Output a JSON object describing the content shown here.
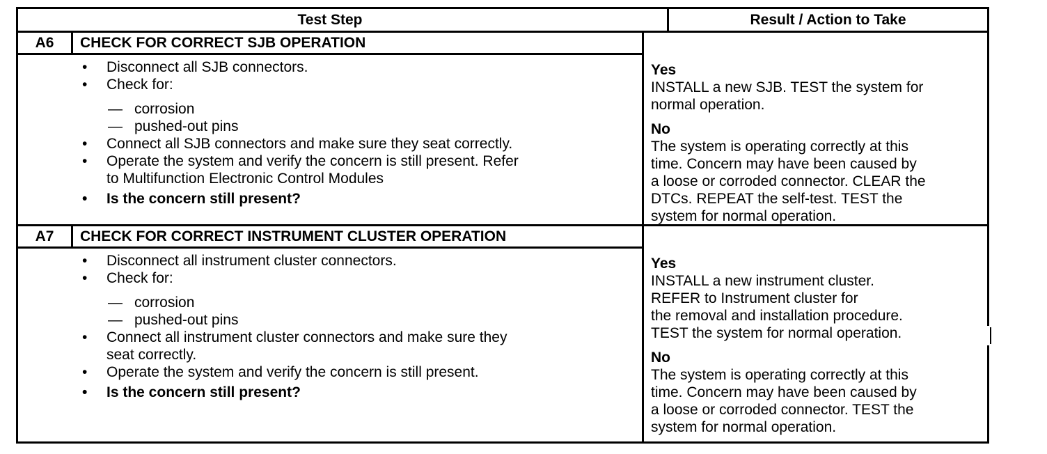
{
  "markers": {
    "bullet": "•",
    "dash": "—"
  },
  "table": {
    "headers": {
      "test_step": "Test Step",
      "result": "Result / Action to Take"
    },
    "rows": [
      {
        "id": "A6",
        "title": "CHECK FOR CORRECT SJB OPERATION",
        "steps": [
          {
            "marker": "bullet",
            "bold": false,
            "lines": [
              "Disconnect all SJB connectors."
            ]
          },
          {
            "marker": "bullet",
            "bold": false,
            "lines": [
              "Check for:"
            ]
          },
          {
            "marker": "dash",
            "bold": false,
            "lines": [
              "corrosion"
            ]
          },
          {
            "marker": "dash",
            "bold": false,
            "lines": [
              "pushed-out pins"
            ]
          },
          {
            "marker": "bullet",
            "bold": false,
            "lines": [
              "Connect all SJB connectors and make sure they seat correctly."
            ]
          },
          {
            "marker": "bullet",
            "bold": false,
            "lines": [
              "Operate the system and verify the concern is still present. Refer",
              "to Multifunction Electronic Control Modules"
            ]
          },
          {
            "marker": "bullet",
            "bold": true,
            "lines": [
              "Is the concern still present?"
            ]
          }
        ],
        "result": {
          "yes_label": "Yes",
          "yes_lines": [
            "INSTALL a new SJB. TEST the system for",
            "normal operation."
          ],
          "no_label": "No",
          "no_lines": [
            "The system is operating correctly at this",
            "time. Concern may have been caused by",
            "a loose or corroded connector. CLEAR the",
            "DTCs. REPEAT the self-test. TEST the",
            "system for normal operation."
          ]
        }
      },
      {
        "id": "A7",
        "title": "CHECK FOR CORRECT INSTRUMENT CLUSTER OPERATION",
        "steps": [
          {
            "marker": "bullet",
            "bold": false,
            "lines": [
              "Disconnect all instrument cluster connectors."
            ]
          },
          {
            "marker": "bullet",
            "bold": false,
            "lines": [
              "Check for:"
            ]
          },
          {
            "marker": "dash",
            "bold": false,
            "lines": [
              "corrosion"
            ]
          },
          {
            "marker": "dash",
            "bold": false,
            "lines": [
              "pushed-out pins"
            ]
          },
          {
            "marker": "bullet",
            "bold": false,
            "lines": [
              "Connect all instrument cluster connectors and make sure they",
              "seat correctly."
            ]
          },
          {
            "marker": "bullet",
            "bold": false,
            "lines": [
              "Operate the system and verify the concern is still present."
            ]
          },
          {
            "marker": "bullet",
            "bold": true,
            "lines": [
              "Is the concern still present?"
            ]
          }
        ],
        "result": {
          "yes_label": "Yes",
          "yes_lines": [
            "INSTALL a new instrument cluster.",
            "REFER to Instrument cluster for",
            "the removal and installation procedure.",
            "TEST the system for normal operation."
          ],
          "no_label": "No",
          "no_lines": [
            "The system is operating correctly at this",
            "time. Concern may have been caused by",
            "a loose or corroded connector. TEST the",
            "system for normal operation."
          ]
        }
      }
    ]
  }
}
